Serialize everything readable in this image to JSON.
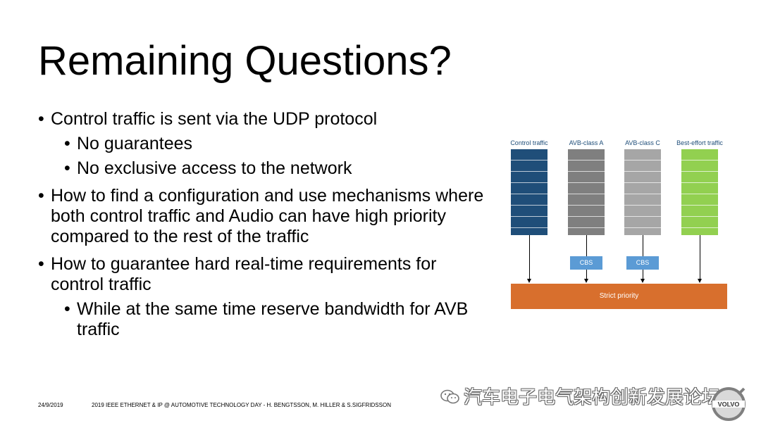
{
  "slide": {
    "title": "Remaining Questions?",
    "bullets": [
      {
        "level": 1,
        "text": "Control traffic is sent via the UDP protocol"
      },
      {
        "level": 2,
        "text": "No guarantees"
      },
      {
        "level": 2,
        "text": "No exclusive access to the network"
      },
      {
        "level": 1,
        "text": "How to find a configuration and use mechanisms where both control traffic and Audio can have high priority compared to the rest of the traffic"
      },
      {
        "level": 1,
        "text": "How to guarantee hard real-time requirements for control traffic"
      },
      {
        "level": 2,
        "text": "While at the same time reserve bandwidth for AVB traffic"
      }
    ]
  },
  "diagram": {
    "queues": [
      {
        "label": "Control traffic",
        "color": "#1f4e79",
        "shaper": ""
      },
      {
        "label": "AVB-class A",
        "color": "#7f7f7f",
        "shaper": "CBS"
      },
      {
        "label": "AVB-class C",
        "color": "#a6a6a6",
        "shaper": "CBS"
      },
      {
        "label": "Best-effort traffic",
        "color": "#92d050",
        "shaper": ""
      }
    ],
    "scheduler_label": "Strict priority"
  },
  "footer": {
    "date": "24/9/2019",
    "event": "2019 IEEE ETHERNET & IP @ AUTOMOTIVE TECHNOLOGY DAY - H. BENGTSSON, M. HILLER & S.SIGFRIDSSON"
  },
  "watermark": {
    "text": "汽车电子电气架构创新发展论坛",
    "icon": "wechat-icon"
  },
  "logo": {
    "icon": "volvo-logo-icon",
    "text": "VOLVO"
  }
}
